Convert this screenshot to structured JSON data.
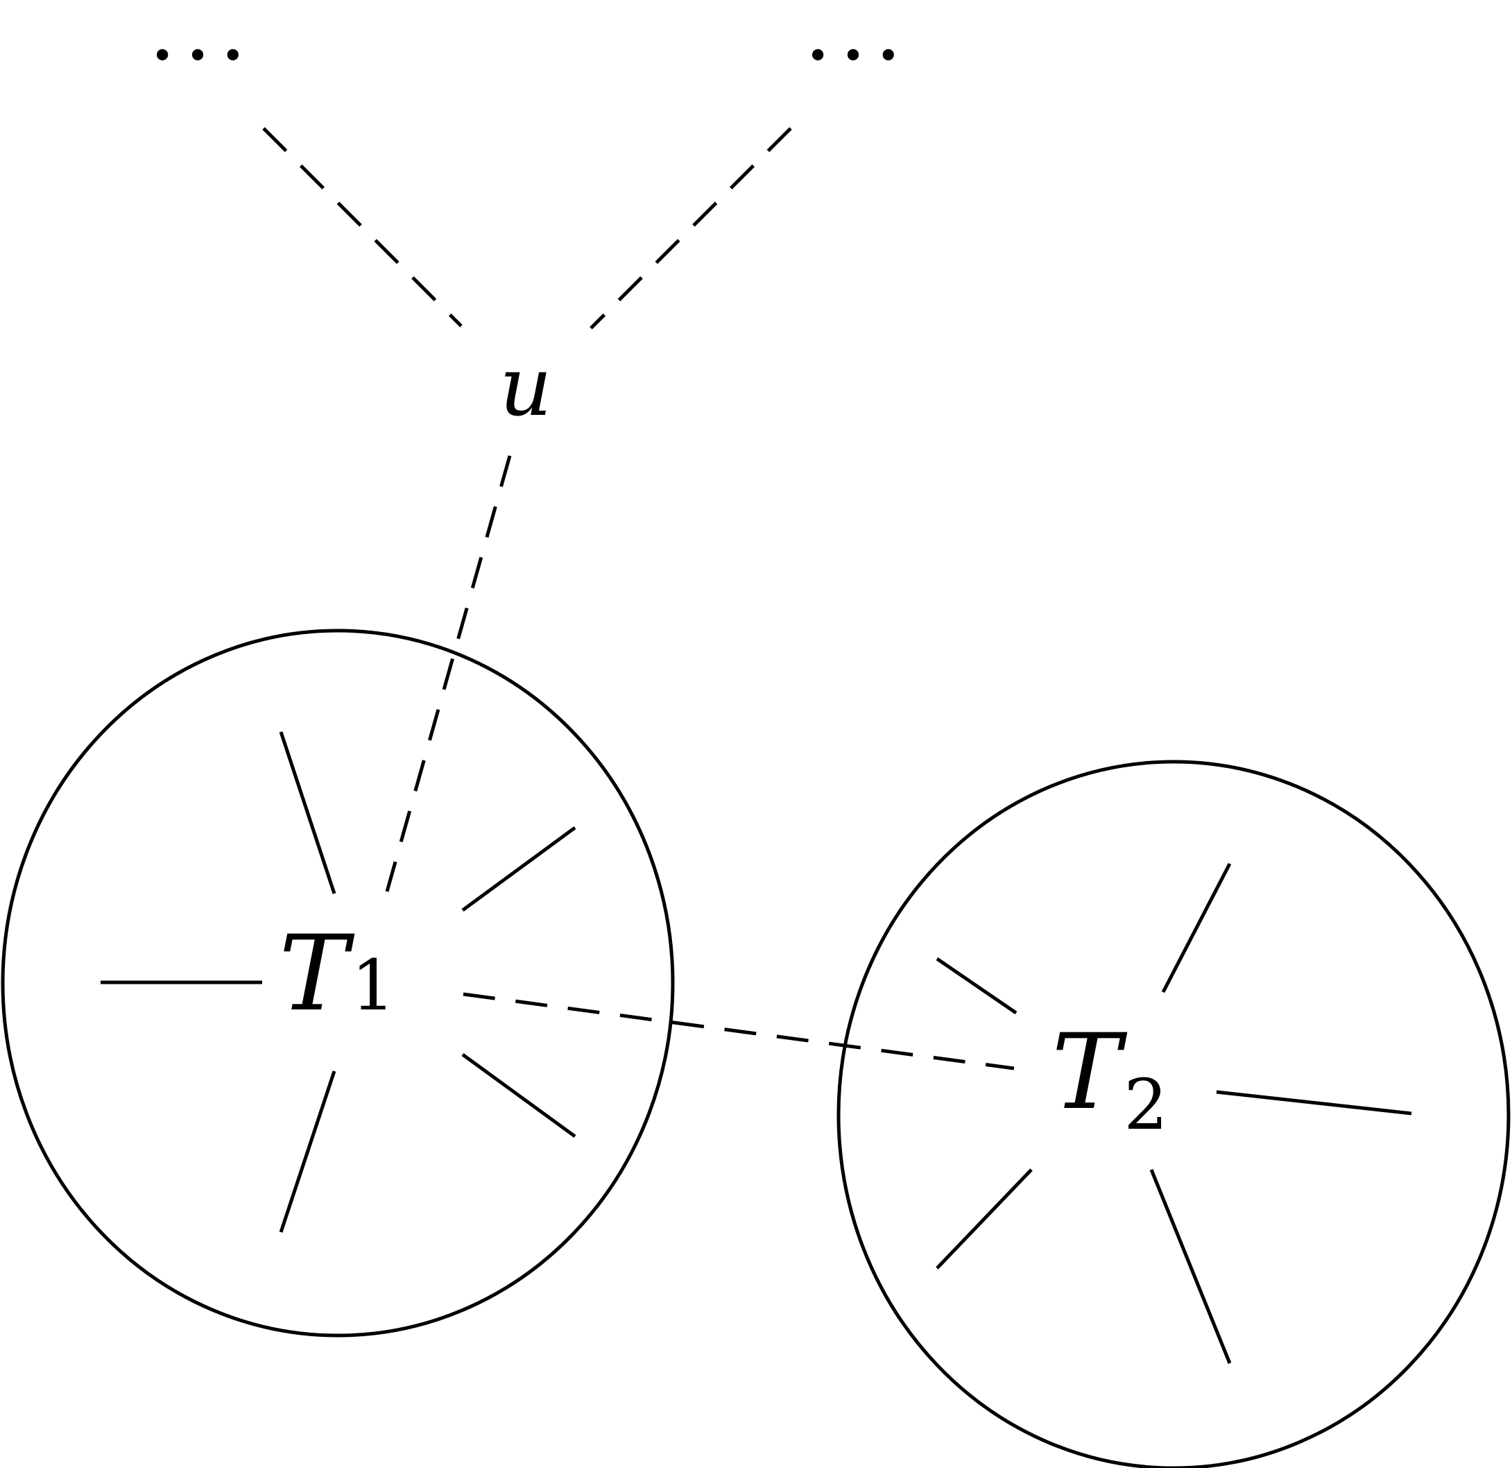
{
  "nodes": {
    "u": {
      "label": "u"
    },
    "t1": {
      "label": "T",
      "subscript": "1"
    },
    "t2": {
      "label": "T",
      "subscript": "2"
    }
  },
  "ellipses": {
    "left": "• • •",
    "right": "• • •"
  }
}
